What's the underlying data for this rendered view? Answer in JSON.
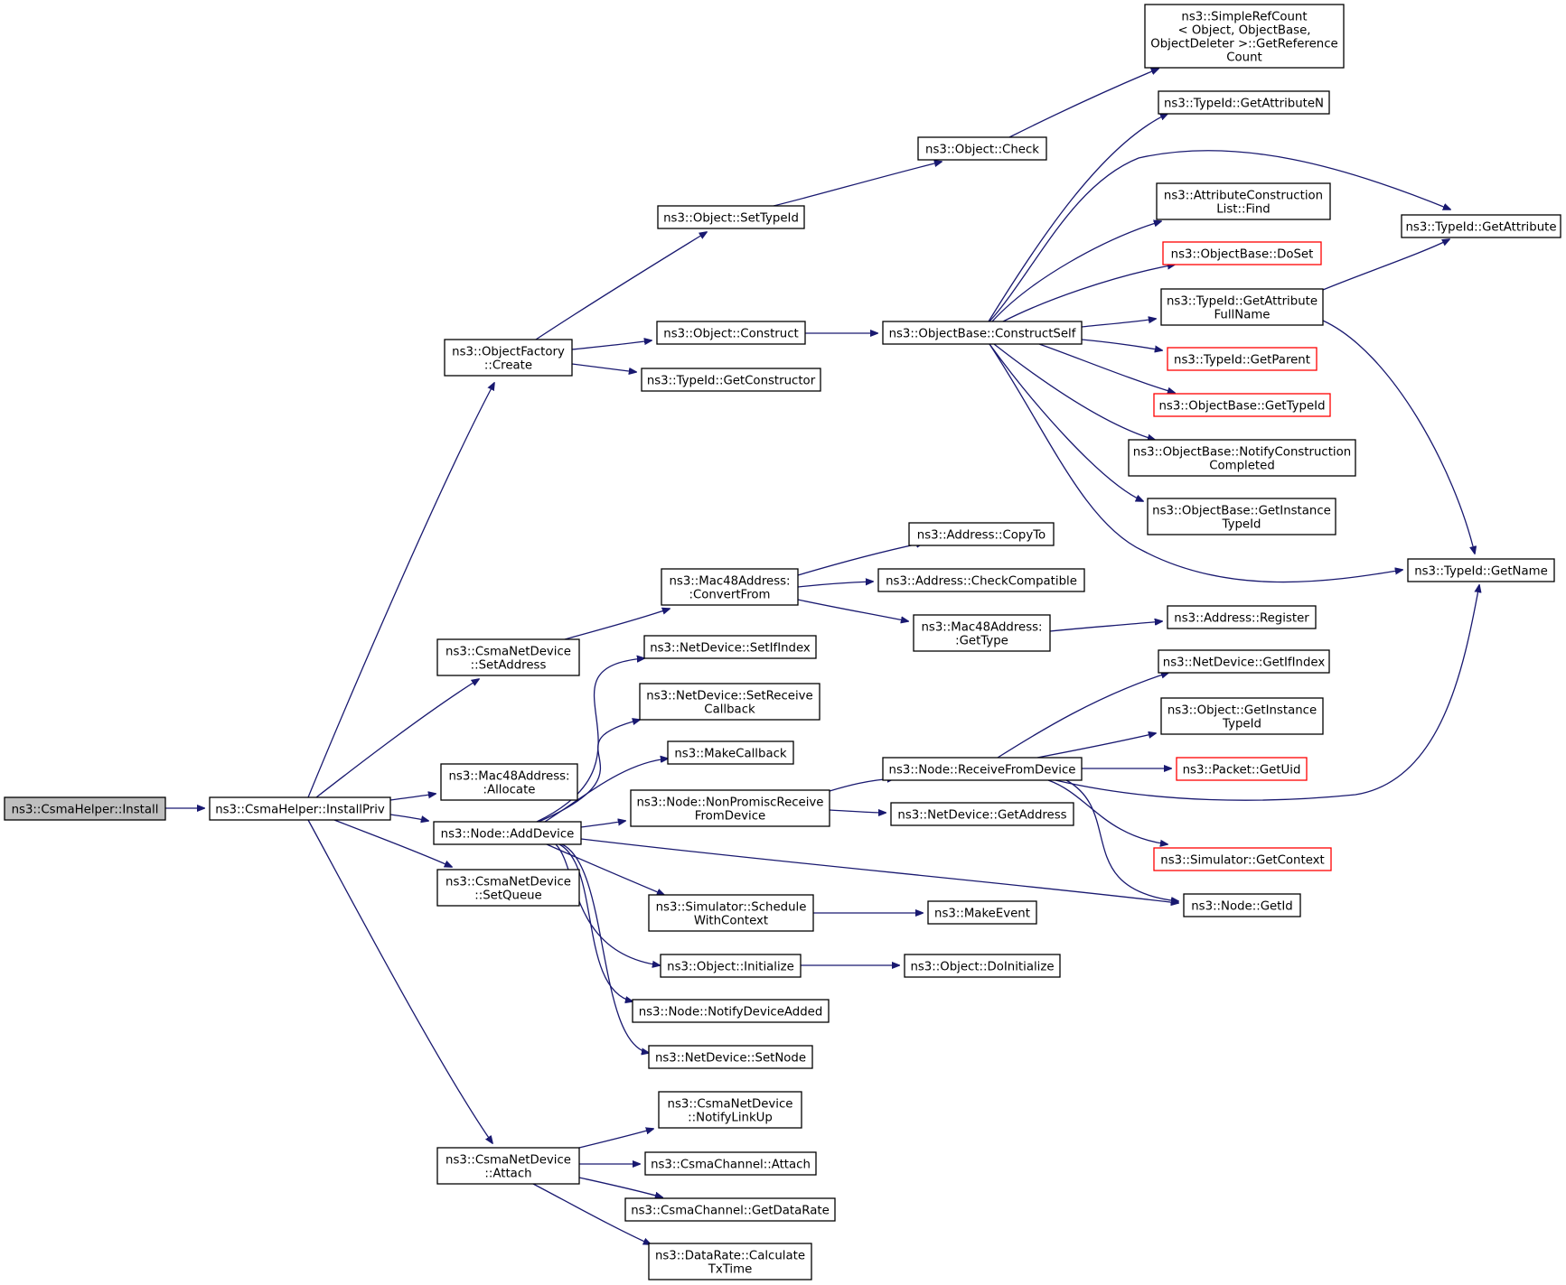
{
  "colors": {
    "edge": "#191970",
    "node_border": "#000000",
    "node_border_alert": "#ff0000",
    "root_fill": "#bfbfbf",
    "background": "#ffffff"
  },
  "nodes": {
    "install": {
      "lines": [
        "ns3::CsmaHelper::Install"
      ]
    },
    "installpriv": {
      "lines": [
        "ns3::CsmaHelper::InstallPriv"
      ]
    },
    "factory_create": {
      "lines": [
        "ns3::ObjectFactory",
        "::Create"
      ]
    },
    "setaddress": {
      "lines": [
        "ns3::CsmaNetDevice",
        "::SetAddress"
      ]
    },
    "allocate": {
      "lines": [
        "ns3::Mac48Address:",
        ":Allocate"
      ]
    },
    "adddevice": {
      "lines": [
        "ns3::Node::AddDevice"
      ]
    },
    "setqueue": {
      "lines": [
        "ns3::CsmaNetDevice",
        "::SetQueue"
      ]
    },
    "attach": {
      "lines": [
        "ns3::CsmaNetDevice",
        "::Attach"
      ]
    },
    "settypeid": {
      "lines": [
        "ns3::Object::SetTypeId"
      ]
    },
    "construct": {
      "lines": [
        "ns3::Object::Construct"
      ]
    },
    "getconstructor": {
      "lines": [
        "ns3::TypeId::GetConstructor"
      ]
    },
    "check": {
      "lines": [
        "ns3::Object::Check"
      ]
    },
    "getrefcount": {
      "lines": [
        "ns3::SimpleRefCount",
        "< Object, ObjectBase,",
        " ObjectDeleter >::GetReference",
        "Count"
      ]
    },
    "constructself": {
      "lines": [
        "ns3::ObjectBase::ConstructSelf"
      ]
    },
    "getattributen": {
      "lines": [
        "ns3::TypeId::GetAttributeN"
      ]
    },
    "acl_find": {
      "lines": [
        "ns3::AttributeConstruction",
        "List::Find"
      ]
    },
    "doset": {
      "lines": [
        "ns3::ObjectBase::DoSet"
      ],
      "alert": true
    },
    "getattrfullname": {
      "lines": [
        "ns3::TypeId::GetAttribute",
        "FullName"
      ]
    },
    "getparent": {
      "lines": [
        "ns3::TypeId::GetParent"
      ],
      "alert": true
    },
    "ob_gettypeid": {
      "lines": [
        "ns3::ObjectBase::GetTypeId"
      ],
      "alert": true
    },
    "notifyconstruction": {
      "lines": [
        "ns3::ObjectBase::NotifyConstruction",
        "Completed"
      ]
    },
    "ob_getinstance": {
      "lines": [
        "ns3::ObjectBase::GetInstance",
        "TypeId"
      ]
    },
    "getattribute": {
      "lines": [
        "ns3::TypeId::GetAttribute"
      ]
    },
    "getname": {
      "lines": [
        "ns3::TypeId::GetName"
      ]
    },
    "convertfrom": {
      "lines": [
        "ns3::Mac48Address:",
        ":ConvertFrom"
      ]
    },
    "copyto": {
      "lines": [
        "ns3::Address::CopyTo"
      ]
    },
    "checkcompatible": {
      "lines": [
        "ns3::Address::CheckCompatible"
      ]
    },
    "mac_gettype": {
      "lines": [
        "ns3::Mac48Address:",
        ":GetType"
      ]
    },
    "register": {
      "lines": [
        "ns3::Address::Register"
      ]
    },
    "setifindex": {
      "lines": [
        "ns3::NetDevice::SetIfIndex"
      ]
    },
    "setreceivecb": {
      "lines": [
        "ns3::NetDevice::SetReceive",
        "Callback"
      ]
    },
    "makecallback": {
      "lines": [
        "ns3::MakeCallback"
      ]
    },
    "nonpromisc": {
      "lines": [
        "ns3::Node::NonPromiscReceive",
        "FromDevice"
      ]
    },
    "receivefrom": {
      "lines": [
        "ns3::Node::ReceiveFromDevice"
      ]
    },
    "getifindex": {
      "lines": [
        "ns3::NetDevice::GetIfIndex"
      ]
    },
    "obj_getinstance": {
      "lines": [
        "ns3::Object::GetInstance",
        "TypeId"
      ]
    },
    "packet_getuid": {
      "lines": [
        "ns3::Packet::GetUid"
      ],
      "alert": true
    },
    "sim_getcontext": {
      "lines": [
        "ns3::Simulator::GetContext"
      ],
      "alert": true
    },
    "getaddress": {
      "lines": [
        "ns3::NetDevice::GetAddress"
      ]
    },
    "node_getid": {
      "lines": [
        "ns3::Node::GetId"
      ]
    },
    "schedule": {
      "lines": [
        "ns3::Simulator::Schedule",
        "WithContext"
      ]
    },
    "makeevent": {
      "lines": [
        "ns3::MakeEvent"
      ]
    },
    "initialize": {
      "lines": [
        "ns3::Object::Initialize"
      ]
    },
    "doinitialize": {
      "lines": [
        "ns3::Object::DoInitialize"
      ]
    },
    "notifydeviceadded": {
      "lines": [
        "ns3::Node::NotifyDeviceAdded"
      ]
    },
    "setnode": {
      "lines": [
        "ns3::NetDevice::SetNode"
      ]
    },
    "notifylinkup": {
      "lines": [
        "ns3::CsmaNetDevice",
        "::NotifyLinkUp"
      ]
    },
    "chan_attach": {
      "lines": [
        "ns3::CsmaChannel::Attach"
      ]
    },
    "getdatarate": {
      "lines": [
        "ns3::CsmaChannel::GetDataRate"
      ]
    },
    "calctxtime": {
      "lines": [
        "ns3::DataRate::Calculate",
        "TxTime"
      ]
    }
  }
}
